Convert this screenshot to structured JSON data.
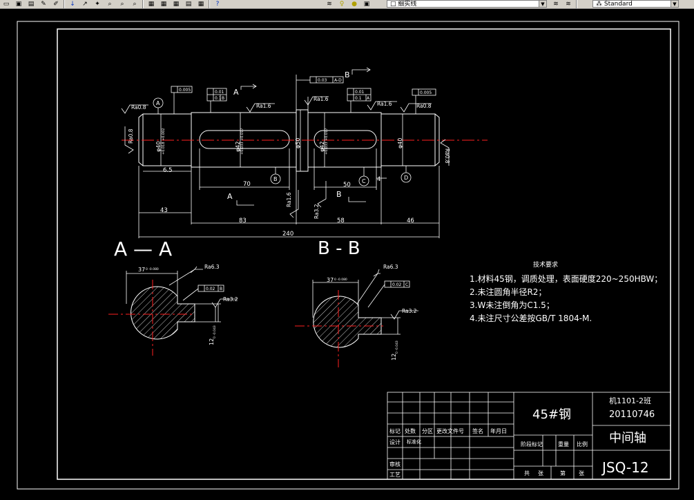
{
  "toolbar": {
    "layer_name": "细实线",
    "text_style": "Standard",
    "icons": [
      "open-icon",
      "save-icon",
      "print-icon",
      "pan-icon",
      "zoom-icon",
      "zoom-window-icon",
      "zoom-previous-icon",
      "properties-icon",
      "design-center-icon",
      "tool-palettes-icon",
      "markup-icon",
      "calc-icon",
      "help-icon",
      "layer-manager-icon",
      "layer-state-icon"
    ]
  },
  "drawing": {
    "dimensions": {
      "d65": "6.5",
      "d70": "70",
      "d50": "50",
      "d4": "4",
      "d43": "43",
      "d83": "83",
      "d58": "58",
      "d46": "46",
      "d240": "240"
    },
    "diameters": {
      "left_journal": "φ40",
      "left_journal_tol": "+0.018 +0.002",
      "left_keyway": "φ42",
      "left_keyway_tol": "+0.033 +0.017",
      "collar": "φ50",
      "right_keyway": "φ42",
      "right_keyway_tol": "+0.033 +0.017",
      "right_journal": "φ40"
    },
    "roughness": {
      "ra08a": "Ra0.8",
      "ra08b": "Ra0.8",
      "ra16a": "Ra1.6",
      "ra16b": "Ra1.6",
      "ra16c": "Ra1.6",
      "ra08c": "Ra0.8",
      "ra08d": "Ra0.8",
      "ra16d": "Ra1.6",
      "ra32": "Ra3.2",
      "sec_ra63": "Ra6.3",
      "sec_ra32": "Ra3.2",
      "sec2_ra63": "Ra6.3",
      "sec2_ra32": "Ra3.2"
    },
    "tolerances": {
      "t1": "0.005",
      "t2a": "0.01",
      "t2b": "0.1",
      "t2c": "B",
      "t3": "0.03",
      "t3b": "A-D",
      "t4a": "0.01",
      "t4b": "0.1",
      "t4c": "A",
      "t5": "0.005",
      "sec1": "0.02",
      "sec1b": "B",
      "sec2": "0.02",
      "sec2b": "C"
    },
    "datums": [
      "A",
      "B",
      "C",
      "D"
    ],
    "section_marks": {
      "a_top": "A",
      "b_top": "B",
      "a_bottom": "A",
      "b_bottom": "B"
    },
    "section_titles": {
      "aa": "A — A",
      "bb": "B - B"
    },
    "section_dims": {
      "w1": "37",
      "w1_tol": "0 -0.080",
      "k1": "12",
      "k1_tol": "0 -0.043",
      "w2": "37",
      "w2_tol": "0 -0.080",
      "k2": "12",
      "k2_tol": "0 -0.043"
    },
    "tech_requirements": {
      "title": "技术要求",
      "line1": "1.材料45钢，调质处理，表面硬度220~250HBW；",
      "line2": "2.未注圆角半径R2；",
      "line3": "3.W未注倒角为C1.5；",
      "line4": "4.未注尺寸公差按GB/T 1804-M."
    },
    "title_block": {
      "material": "45#钢",
      "class_name": "机1101-2班",
      "student_id": "20110746",
      "part_name": "中间轴",
      "drawing_no": "JSQ-12",
      "h_mark": "标记",
      "h_count": "处数",
      "h_zone": "分区",
      "h_doc": "更改文件号",
      "h_sign": "签名",
      "h_date": "年月日",
      "design": "设计",
      "design_val": "标准化",
      "review": "审核",
      "process": "工艺",
      "stage": "阶段标记",
      "weight": "重量",
      "scale": "比例",
      "total": "共",
      "sheet": "张",
      "page": "第",
      "sheet2": "张"
    }
  }
}
